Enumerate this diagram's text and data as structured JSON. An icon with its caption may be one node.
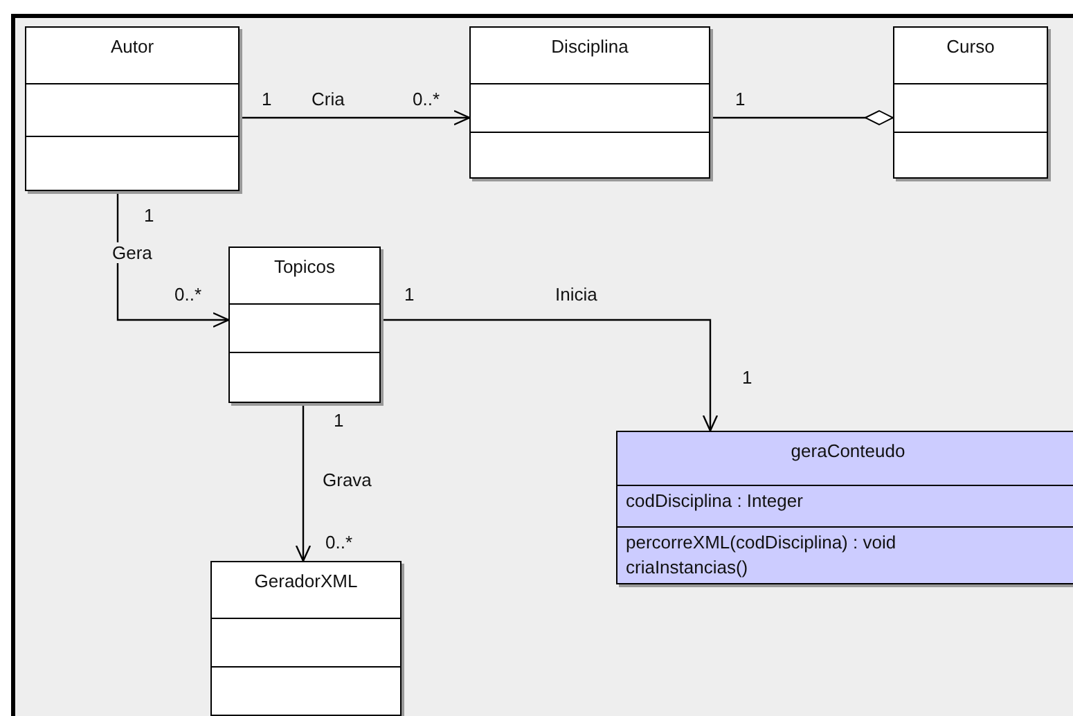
{
  "diagram": {
    "nodes": [
      {
        "text": [
          "Autor"
        ]
      },
      {
        "text": [
          "Disciplina"
        ]
      },
      {
        "text": [
          "Curso"
        ]
      },
      {
        "text": [
          "Topicos"
        ]
      },
      {
        "text": [
          "geraConteudo",
          "codDisciplina : Integer",
          "percorreXML(codDisciplina) : void",
          "criaInstancias()"
        ]
      },
      {
        "text": [
          "GeradorXML"
        ]
      }
    ],
    "edges": [
      {
        "from": 0,
        "to": 1,
        "arrow": "to",
        "label": "Cria"
      },
      {
        "from": 1,
        "to": 2,
        "arrow": "other"
      },
      {
        "from": 0,
        "to": 3,
        "arrow": "to",
        "label": "Gera"
      },
      {
        "from": 3,
        "to": 4,
        "arrow": "to",
        "label": "Inicia"
      },
      {
        "from": 3,
        "to": 5,
        "arrow": "to",
        "label": "Grava"
      }
    ],
    "labels": [
      "1",
      "0..*",
      "1",
      "1",
      "0..*",
      "1",
      "1",
      "1",
      "0..*"
    ]
  }
}
